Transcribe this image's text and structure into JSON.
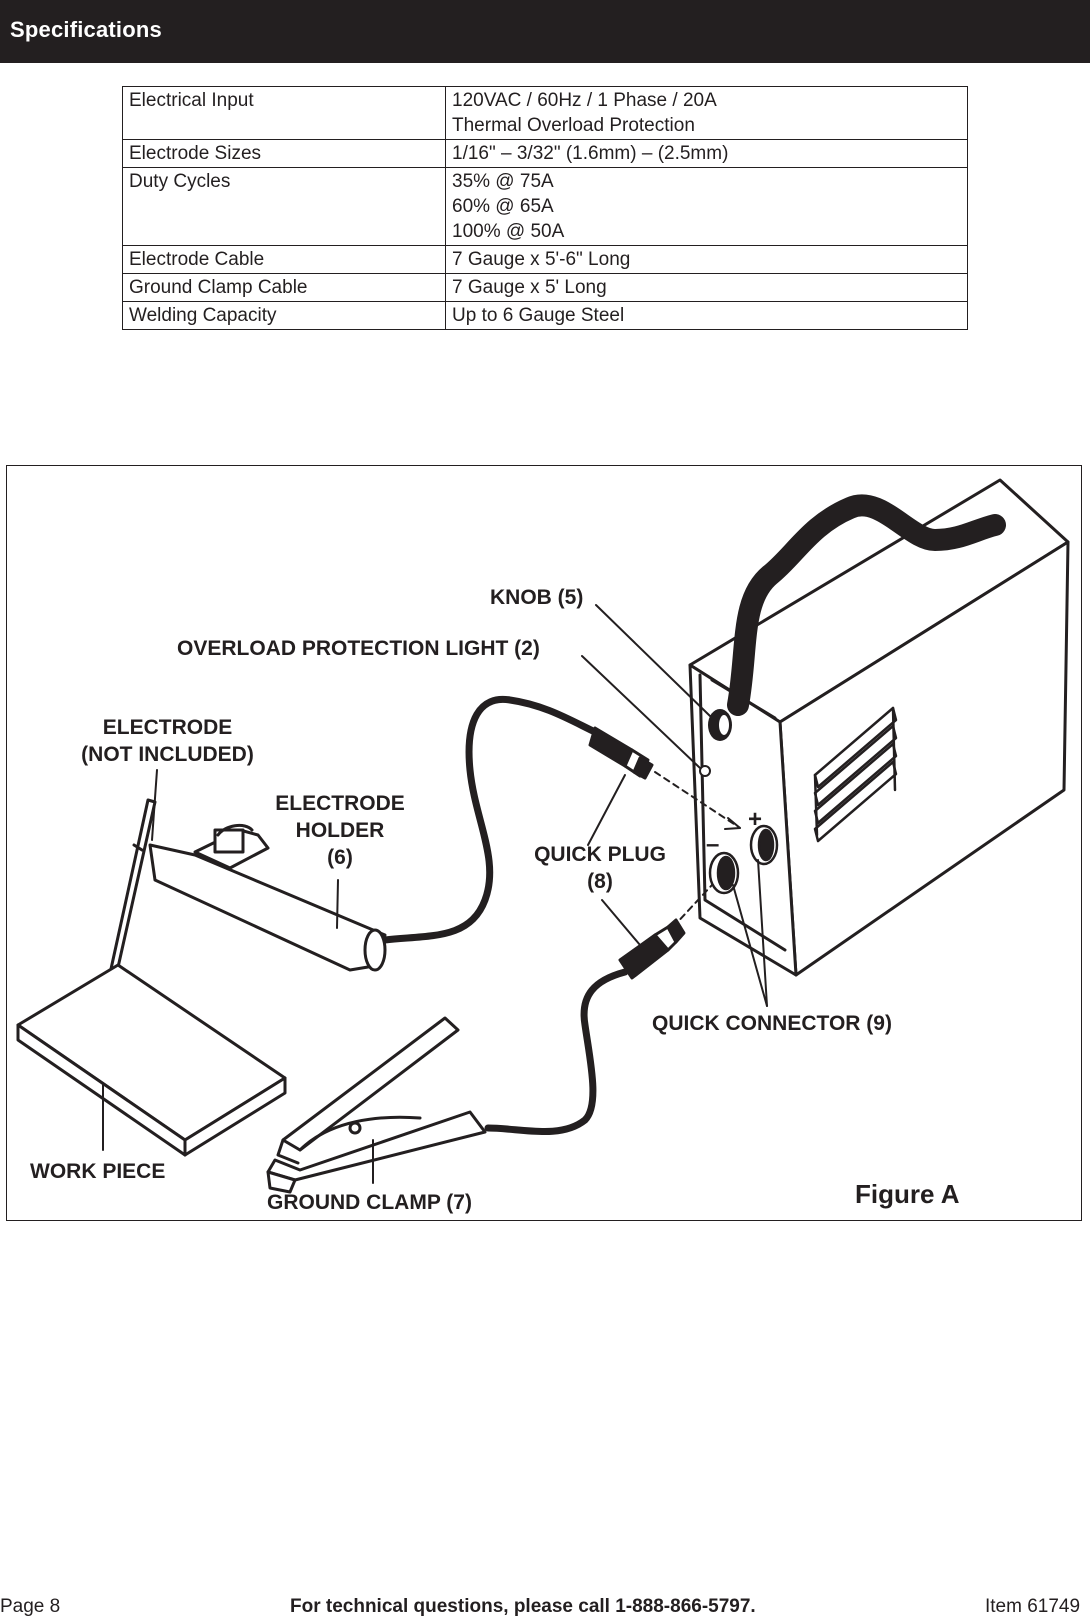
{
  "header": {
    "title": "Specifications"
  },
  "specs": [
    {
      "label": "Electrical Input",
      "values": [
        "120VAC / 60Hz / 1 Phase / 20A",
        "Thermal Overload Protection"
      ]
    },
    {
      "label": "Electrode Sizes",
      "values": [
        "1/16\" – 3/32\" (1.6mm) – (2.5mm)"
      ]
    },
    {
      "label": "Duty Cycles",
      "values": [
        "35% @ 75A",
        "60% @ 65A",
        "100% @ 50A"
      ]
    },
    {
      "label": "Electrode Cable",
      "values": [
        "7 Gauge x 5'-6\" Long"
      ]
    },
    {
      "label": "Ground Clamp Cable",
      "values": [
        "7 Gauge x 5' Long"
      ]
    },
    {
      "label": "Welding Capacity",
      "values": [
        "Up to 6 Gauge Steel"
      ]
    }
  ],
  "figure": {
    "label": "Figure A",
    "callouts": {
      "knob": "KNOB (5)",
      "overload_light": "OVERLOAD PROTECTION LIGHT (2)",
      "electrode": [
        "ELECTRODE",
        "(NOT INCLUDED)"
      ],
      "electrode_holder": [
        "ELECTRODE",
        "HOLDER",
        "(6)"
      ],
      "quick_plug": [
        "QUICK PLUG",
        "(8)"
      ],
      "quick_connector": "QUICK CONNECTOR (9)",
      "work_piece": "WORK PIECE",
      "ground_clamp": "GROUND CLAMP (7)"
    },
    "polarity": {
      "plus": "+",
      "minus": "–"
    }
  },
  "footer": {
    "page": "Page 8",
    "help": "For technical questions, please call 1-888-866-5797.",
    "item": "Item 61749"
  }
}
